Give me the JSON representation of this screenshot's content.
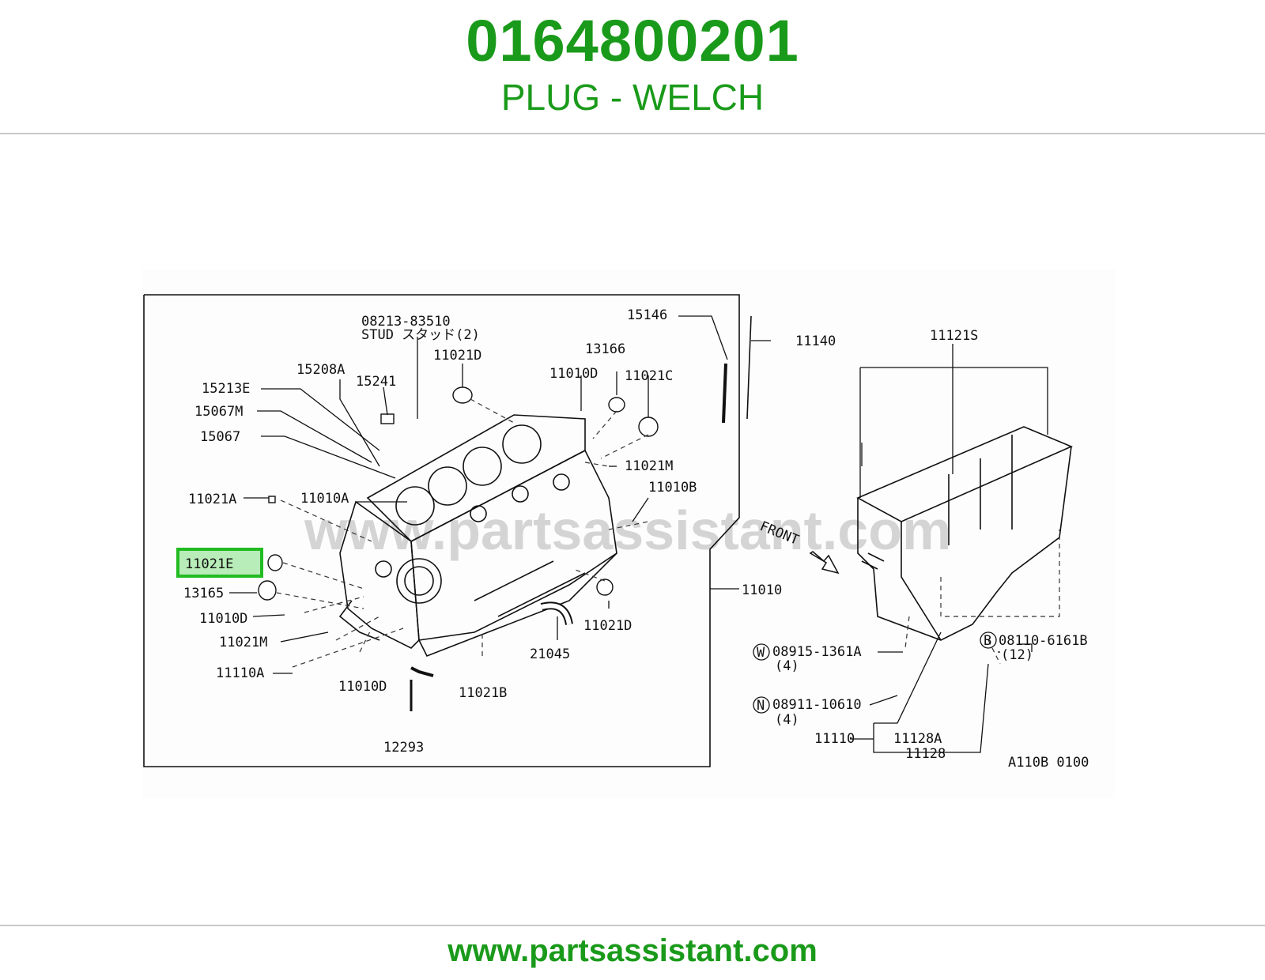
{
  "header": {
    "part_number": "0164800201",
    "part_name": "PLUG - WELCH"
  },
  "diagram": {
    "watermark": "www.partsassistant.com",
    "code": "A110B 0100",
    "front_label": "FRONT",
    "highlight_color": "#22bb22",
    "labels": {
      "stud_pn": "08213-83510",
      "stud_text": "STUD スタッド(2)",
      "l15146": "15146",
      "l11140": "11140",
      "l11021S": "11121S",
      "l15208A": "15208A",
      "l15241": "15241",
      "l11021D_top": "11021D",
      "l13166": "13166",
      "l11010D_top": "11010D",
      "l11021C": "11021C",
      "l15213E": "15213E",
      "l15067M": "15067M",
      "l15067": "15067",
      "l11021M_right": "11021M",
      "l11010B": "11010B",
      "l11021A": "11021A",
      "l11010A": "11010A",
      "l11021E": "11021E",
      "l13165": "13165",
      "l11010D_left": "11010D",
      "l11021M_left": "11021M",
      "l11110A": "11110A",
      "l11010D_bottom": "11010D",
      "l11021B": "11021B",
      "l21045": "21045",
      "l11021D_bottom": "11021D",
      "l11010": "11010",
      "l12293": "12293",
      "w_pn": "08915-1361A",
      "w_qty": "(4)",
      "n_pn": "08911-10610",
      "n_qty": "(4)",
      "b_pn": "08110-6161B",
      "b_qty": "(12)",
      "l11110": "11110",
      "l11128A": "11128A",
      "l11128": "11128",
      "w_mark": "W",
      "n_mark": "N",
      "b_mark": "B"
    }
  },
  "footer": {
    "url": "www.partsassistant.com"
  }
}
